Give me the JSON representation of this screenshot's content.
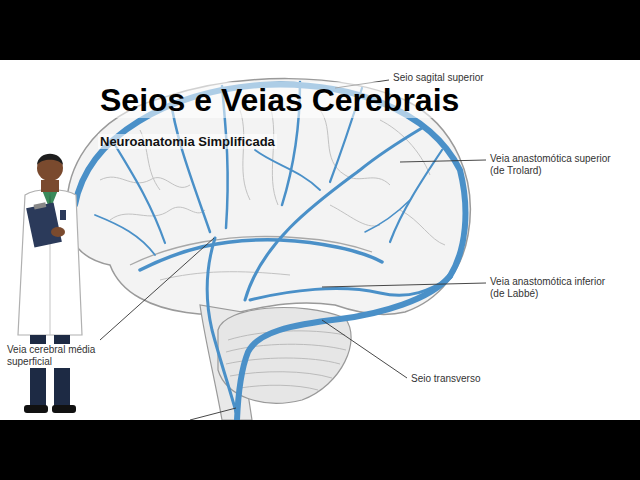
{
  "diagram": {
    "title": "Seios e Veias Cerebrais",
    "labels": [
      "Neuroanatomia Simplificada",
      "Seio sagital superior",
      "Veia anastomótica superior (de Trolard)",
      "Veia anastomótica inferior (de Labbé)",
      "Seio transverso",
      "Veia cerebral média superficial"
    ]
  }
}
